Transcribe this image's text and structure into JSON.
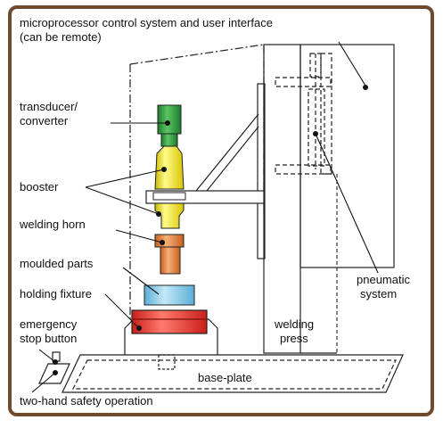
{
  "labels": {
    "control_line1": "microprocessor control system and user interface",
    "control_line2": "(can be remote)",
    "transducer_line1": "transducer/",
    "transducer_line2": "converter",
    "booster": "booster",
    "horn": "welding horn",
    "parts": "moulded parts",
    "fixture": "holding fixture",
    "estop_line1": "emergency",
    "estop_line2": "stop button",
    "twohand": "two-hand safety operation",
    "pneumatic_line1": "pneumatic",
    "pneumatic_line2": "system",
    "press_line1": "welding",
    "press_line2": "press",
    "baseplate": "base-plate"
  },
  "colors": {
    "frame": "#6e4a2e",
    "transducer": "#2e9b3c",
    "booster": "#ffef2a",
    "horn": "#e8873a",
    "parts": "#7ec9ea",
    "fixture": "#e8302a"
  }
}
